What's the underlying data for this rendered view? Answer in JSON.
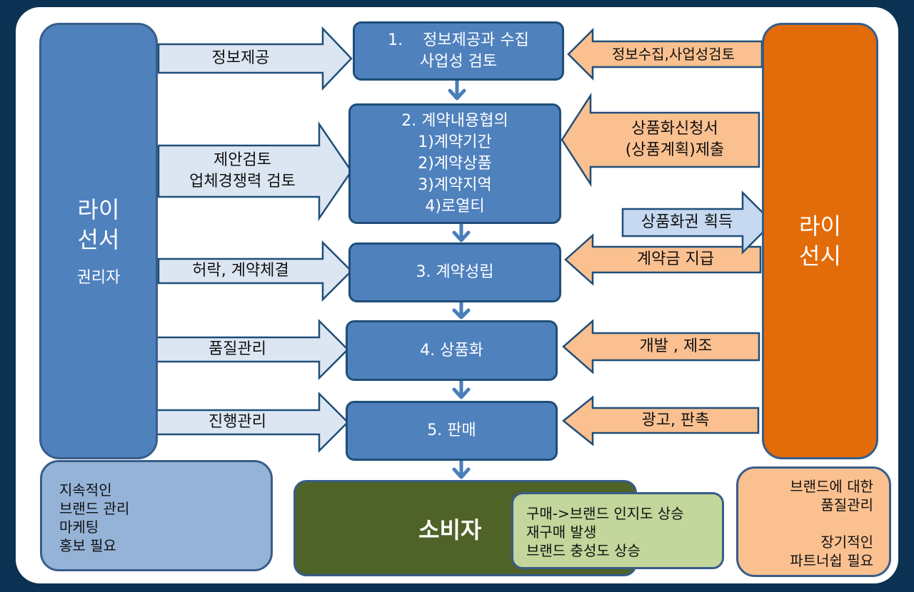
{
  "licensor": {
    "title": "라이\n선서",
    "subtitle": "권리자"
  },
  "licensee": {
    "title": "라이\n선시"
  },
  "steps": [
    {
      "text": "1.    정보제공과 수집\n사업성 검토"
    },
    {
      "text": "2. 계약내용협의\n1)계약기간\n2)계약상품\n3)계약지역\n4)로열티"
    },
    {
      "text": "3. 계약성립"
    },
    {
      "text": "4. 상품화"
    },
    {
      "text": "5. 판매"
    }
  ],
  "left_arrows": [
    {
      "text": "정보제공"
    },
    {
      "text": "제안검토\n업체경쟁력 검토"
    },
    {
      "text": "허락, 계약체결"
    },
    {
      "text": "품질관리"
    },
    {
      "text": "진행관리"
    }
  ],
  "right_arrows": [
    {
      "text": "정보수집,사업성검토"
    },
    {
      "text": "상품화신청서\n(상품계획)제출"
    },
    {
      "text": "계약금 지급"
    },
    {
      "text": "개발 , 제조"
    },
    {
      "text": "광고, 판촉"
    }
  ],
  "rights_arrow": {
    "text": "상품화권 획득"
  },
  "consumer": {
    "title": "소비자",
    "effects": "구매->브랜드 인지도 상승\n재구매 발생\n브랜드 충성도 상승"
  },
  "left_note": {
    "text": "지속적인\n브랜드 관리\n마케팅\n홍보 필요"
  },
  "right_note": {
    "text": "브랜드에 대한\n품질관리\n\n장기적인\n파트너쉽 필요"
  },
  "colors": {
    "background": "#0b3252",
    "licensor": "#4f81bd",
    "licensee": "#e36c0a",
    "step_box": "#4f81bd",
    "left_arrow": "#dce6f2",
    "right_arrow": "#fac090",
    "consumer": "#4f6228",
    "consumer_effects": "#c3d69b",
    "left_note": "#95b3d7",
    "right_note": "#fac090"
  }
}
